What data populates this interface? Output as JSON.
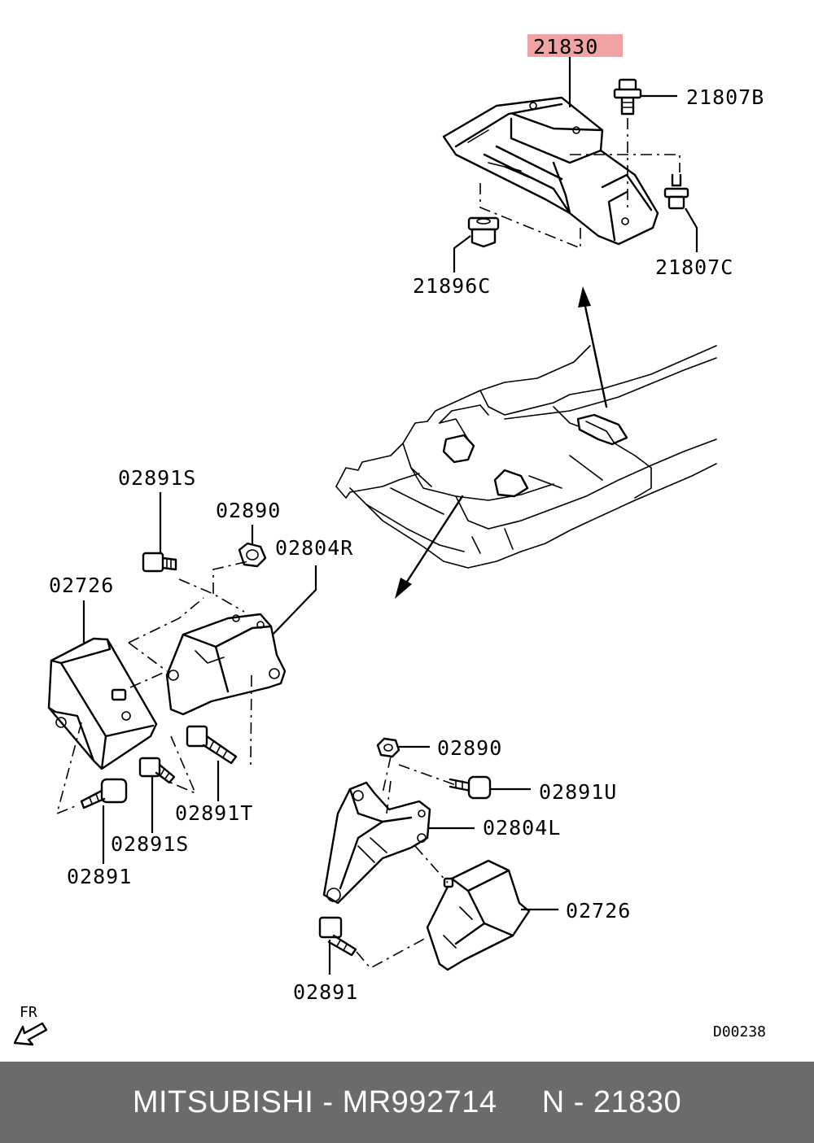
{
  "labels": {
    "l21830": "21830",
    "l21807B": "21807B",
    "l21807C": "21807C",
    "l21896C": "21896C",
    "l02891S_top": "02891S",
    "l02890_top": "02890",
    "l02804R": "02804R",
    "l02726_left": "02726",
    "l02891T": "02891T",
    "l02891S_bottom": "02891S",
    "l02891_left": "02891",
    "l02890_bottom": "02890",
    "l02891U": "02891U",
    "l02804L": "02804L",
    "l02726_right": "02726",
    "l02891_bottom": "02891",
    "fr": "FR",
    "diagram_code": "D00238"
  },
  "highlight_color": "#f0a3a3",
  "footer": {
    "text": "MITSUBISHI - MR992714     N - 21830"
  }
}
